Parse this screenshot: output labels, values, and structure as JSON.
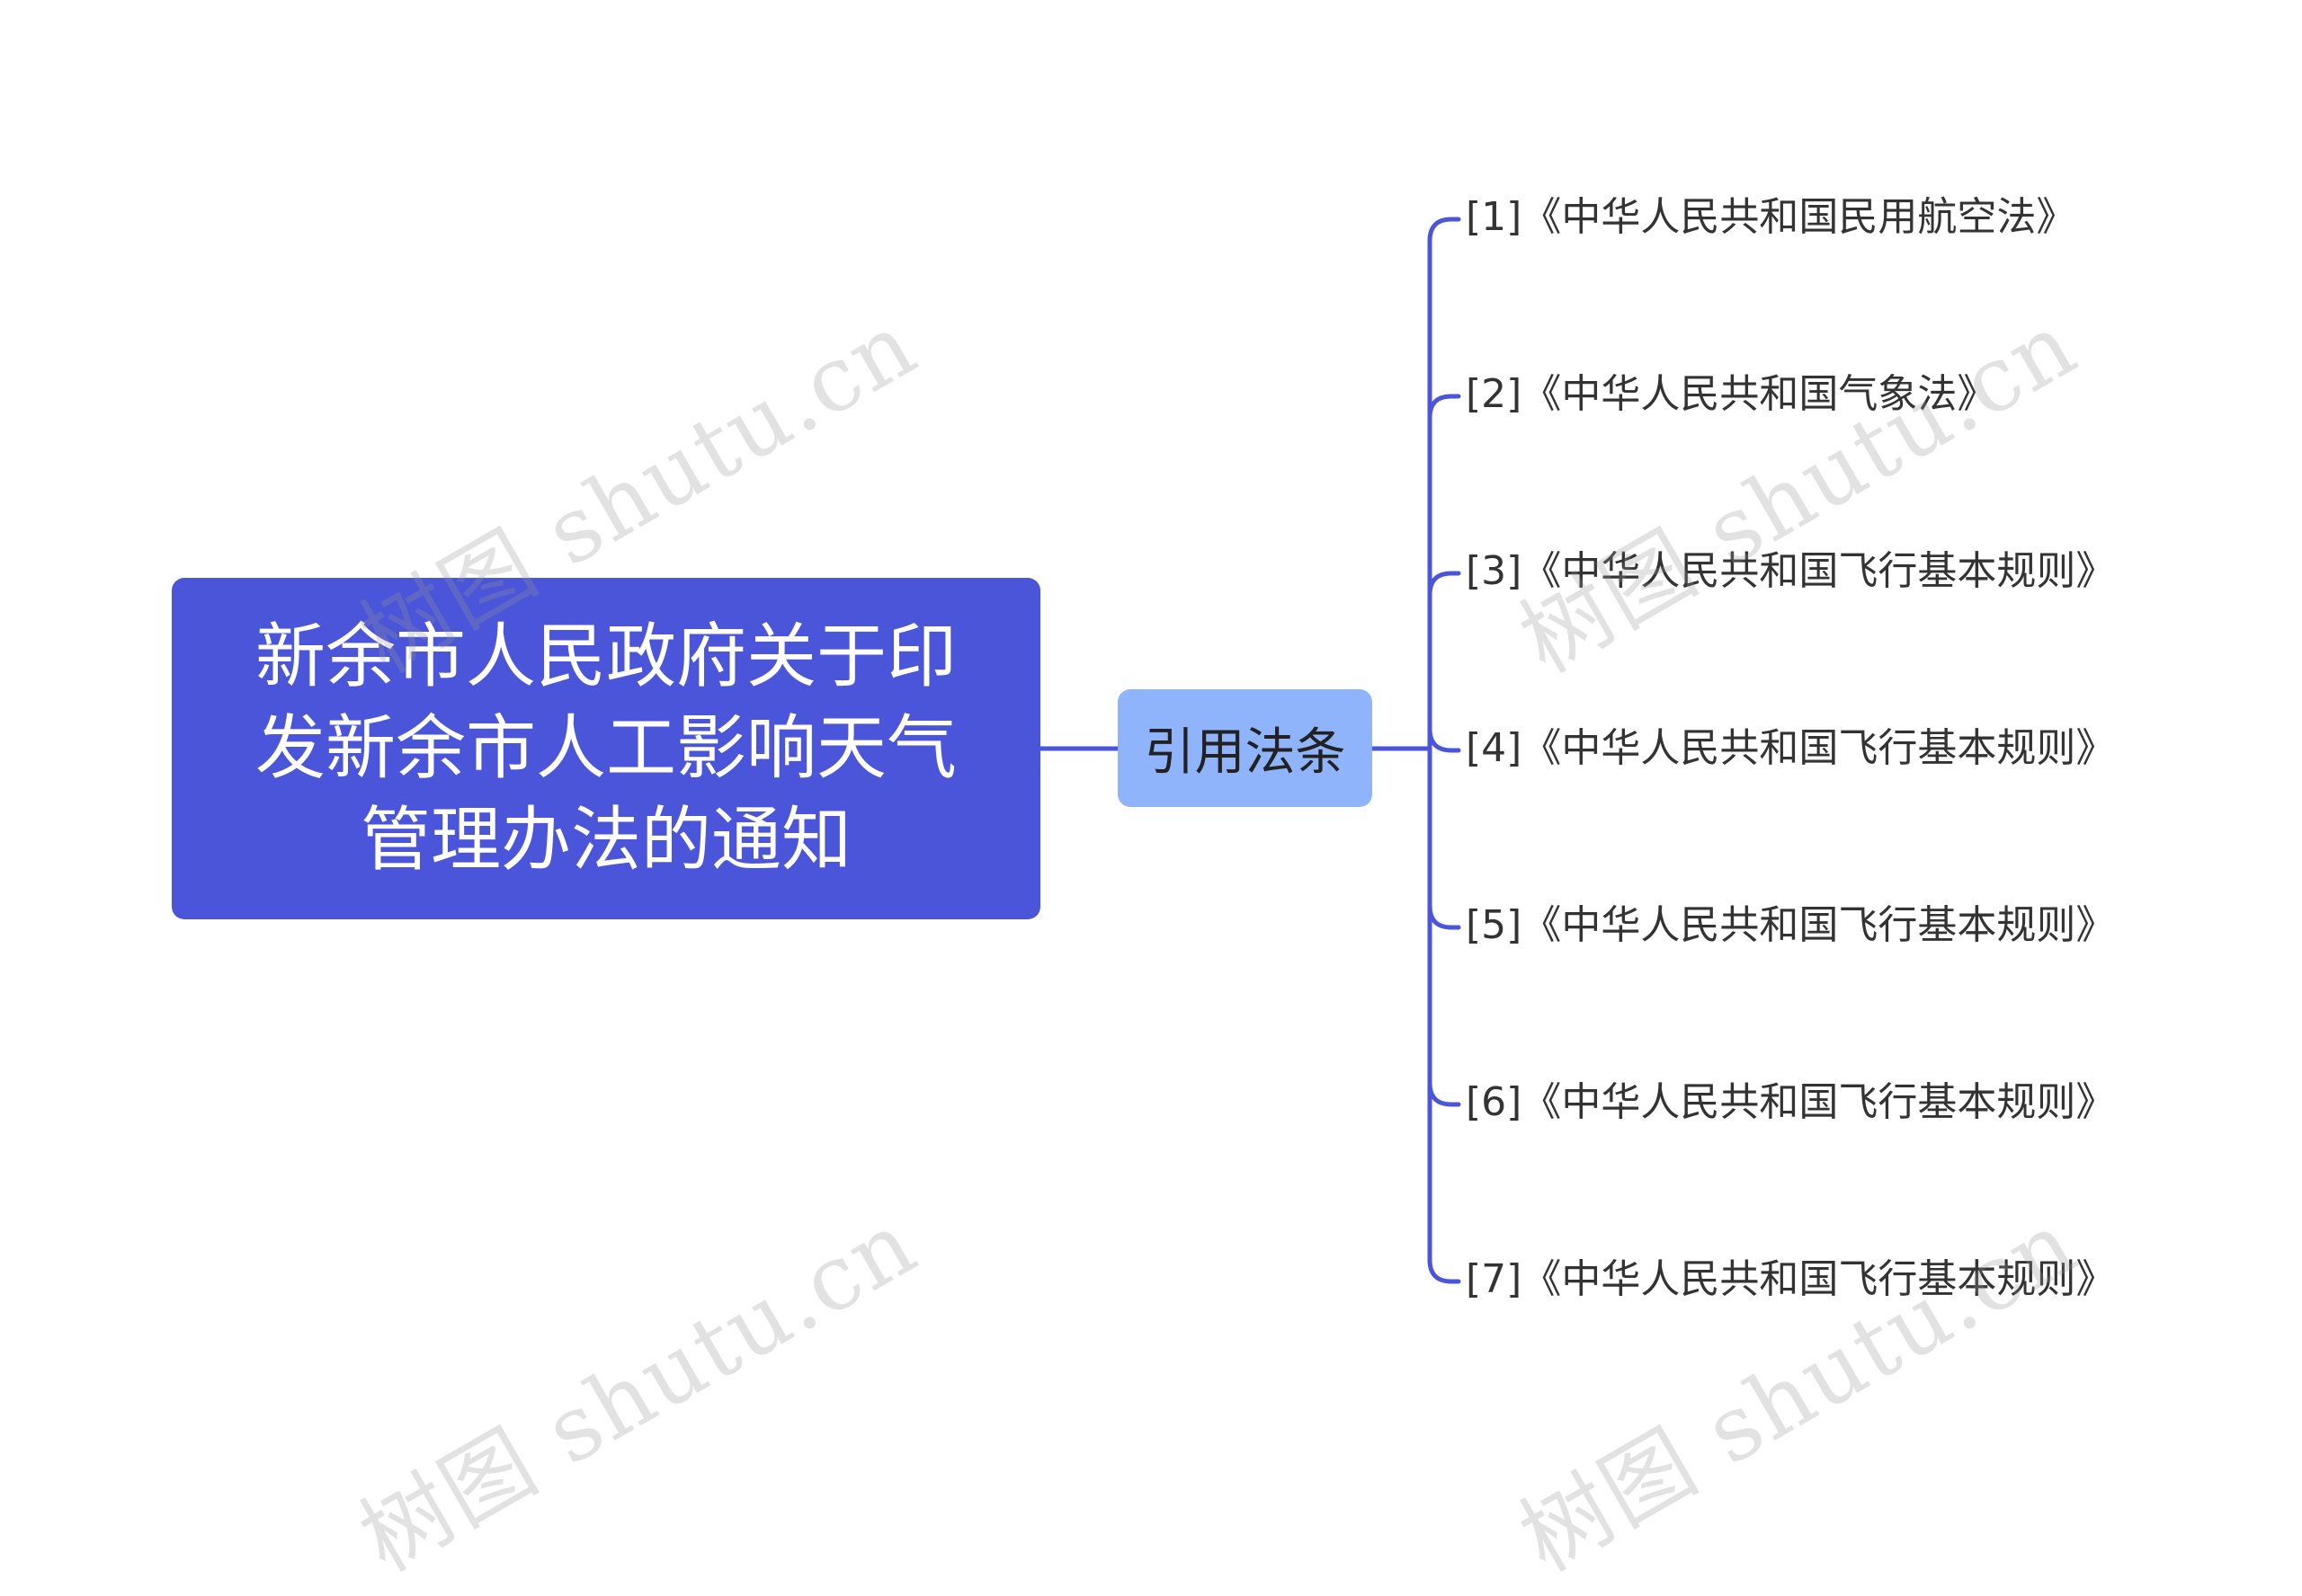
{
  "colors": {
    "root_bg": "#4a55d9",
    "mid_bg": "#8fb4fb",
    "connector": "#4a55d9",
    "watermark": "#969696"
  },
  "root": {
    "label": "新余市人民政府关于印发新余市人工影响天气管理办法的通知"
  },
  "mid": {
    "label": "引用法条"
  },
  "leaves": [
    {
      "label": "[1]《中华人民共和国民用航空法》"
    },
    {
      "label": "[2]《中华人民共和国气象法》"
    },
    {
      "label": "[3]《中华人民共和国飞行基本规则》"
    },
    {
      "label": "[4]《中华人民共和国飞行基本规则》"
    },
    {
      "label": "[5]《中华人民共和国飞行基本规则》"
    },
    {
      "label": "[6]《中华人民共和国飞行基本规则》"
    },
    {
      "label": "[7]《中华人民共和国飞行基本规则》"
    }
  ],
  "watermark": {
    "text": "树图 shutu.cn"
  }
}
